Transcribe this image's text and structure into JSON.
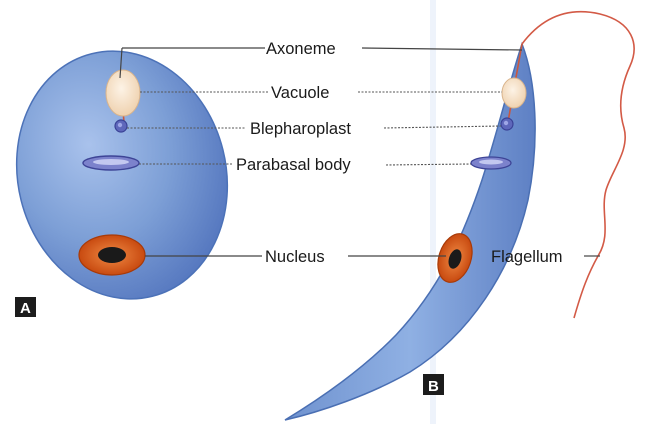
{
  "labels": {
    "axoneme": "Axoneme",
    "vacuole": "Vacuole",
    "blepharoplast": "Blepharoplast",
    "parabasal_body": "Parabasal body",
    "nucleus": "Nucleus",
    "flagellum": "Flagellum"
  },
  "panels": {
    "a": "A",
    "b": "B"
  },
  "colors": {
    "cell_body": "#7d9fd6",
    "cell_edge": "#4a6fb3",
    "nucleus_outer": "#e0621c",
    "nucleus_inner": "#1a1a1a",
    "vacuole": "#f6e1c8",
    "blepharoplast": "#5a64b8",
    "parabasal": "#8a8fd0",
    "flagellum": "#d8584a",
    "axoneme": "#c9583e",
    "panel_box": "#1c1c1c"
  }
}
